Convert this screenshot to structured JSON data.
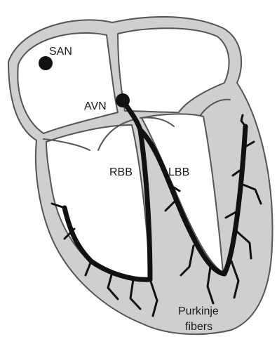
{
  "labels": {
    "san": "SAN",
    "avn": "AVN",
    "rbb": "RBB",
    "lbb": "LBB",
    "purkinje_line1": "Purkinje",
    "purkinje_line2": "fibers"
  },
  "colors": {
    "wall": "#cfcfcf",
    "outline": "#555555",
    "conduction": "#111111",
    "background": "#ffffff"
  }
}
